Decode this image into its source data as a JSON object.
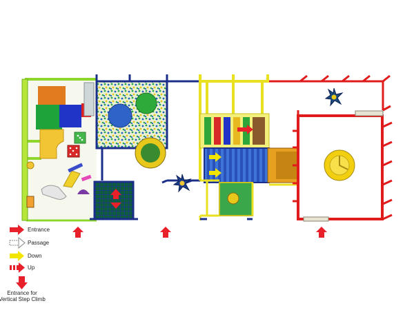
{
  "legend": {
    "entrance": "Entrance",
    "passage": "Passage",
    "down": "Down",
    "up": "Up",
    "vertical_line1": "Entrance for",
    "vertical_line2": "Vertical Step Climb"
  },
  "colors": {
    "green_frame": "#8fd62c",
    "navy_frame": "#1b2f8a",
    "yellow_frame": "#e8e020",
    "red_frame": "#e01b1b",
    "arrow_red": "#e8202a",
    "arrow_yellow": "#f2e500",
    "ball_pit_blue": "#2f63c8",
    "slide_yellow": "#f0d010"
  },
  "icons": {
    "entrance": "red-arrow-right",
    "passage": "white-outline-arrow-right",
    "down": "yellow-arrow-right",
    "up": "red-striped-arrow-right",
    "vertical_entrance": "red-arrow-down"
  }
}
